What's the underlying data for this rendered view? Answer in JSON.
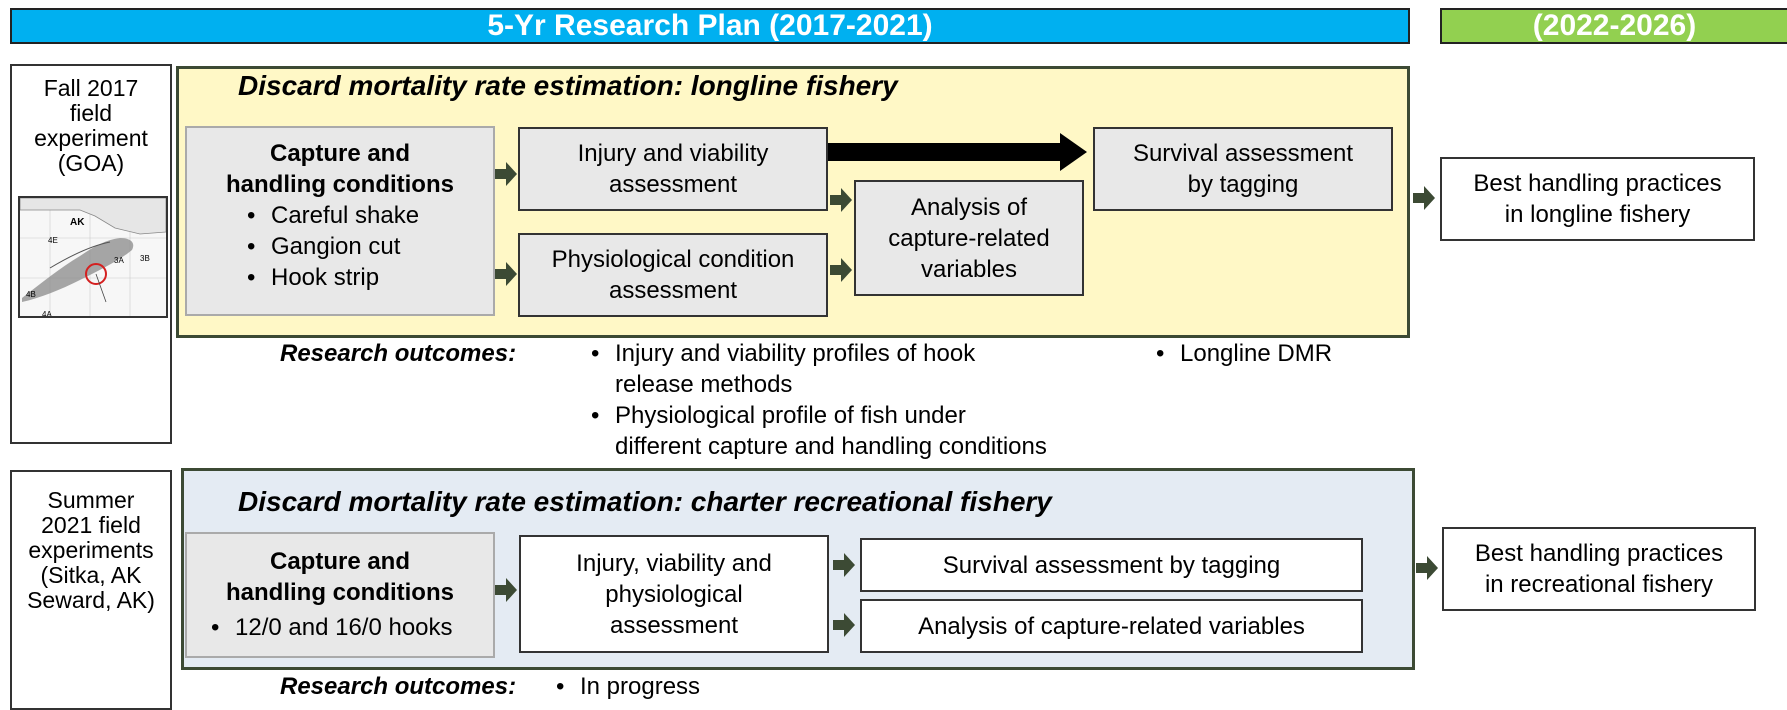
{
  "banners": {
    "plan": "5-Yr Research Plan (2017-2021)",
    "future": "(2022-2026)"
  },
  "colors": {
    "plan_banner": "#00b0f0",
    "future_banner": "#92d050",
    "longline_panel": "#fff8c6",
    "charter_panel": "#e4ebf3",
    "arrow": "#3c4a34"
  },
  "longline": {
    "side_label": [
      "Fall 2017",
      "field",
      "experiment",
      "(GOA)"
    ],
    "map_labels": [
      "AK",
      "4E",
      "4B",
      "4A",
      "3A",
      "3B"
    ],
    "title": "Discard mortality rate estimation: longline fishery",
    "capture": {
      "heading": [
        "Capture and",
        "handling conditions"
      ],
      "items": [
        "Careful shake",
        "Gangion cut",
        "Hook strip"
      ]
    },
    "injury": [
      "Injury and viability",
      "assessment"
    ],
    "physio": [
      "Physiological condition",
      "assessment"
    ],
    "analysis": [
      "Analysis of",
      "capture-related",
      "variables"
    ],
    "survival": [
      "Survival assessment",
      "by tagging"
    ],
    "best": [
      "Best handling practices",
      "in longline fishery"
    ],
    "outcomes_label": "Research outcomes:",
    "outcomes_items": [
      [
        "Injury and viability profiles of hook",
        "release methods"
      ],
      [
        "Physiological profile of fish under",
        "different capture and handling conditions"
      ]
    ],
    "outcomes_right": "Longline DMR"
  },
  "charter": {
    "side_label": [
      "Summer",
      "2021 field",
      "experiments",
      "(Sitka, AK",
      "Seward, AK)"
    ],
    "title": "Discard mortality rate estimation: charter recreational fishery",
    "capture": {
      "heading": [
        "Capture and",
        "handling conditions"
      ],
      "items": [
        "12/0 and 16/0 hooks"
      ]
    },
    "injury": [
      "Injury, viability and",
      "physiological",
      "assessment"
    ],
    "survival": "Survival assessment by tagging",
    "analysis": "Analysis of capture-related variables",
    "best": [
      "Best handling practices",
      "in recreational fishery"
    ],
    "outcomes_label": "Research outcomes:",
    "outcomes_items": [
      "In progress"
    ]
  }
}
